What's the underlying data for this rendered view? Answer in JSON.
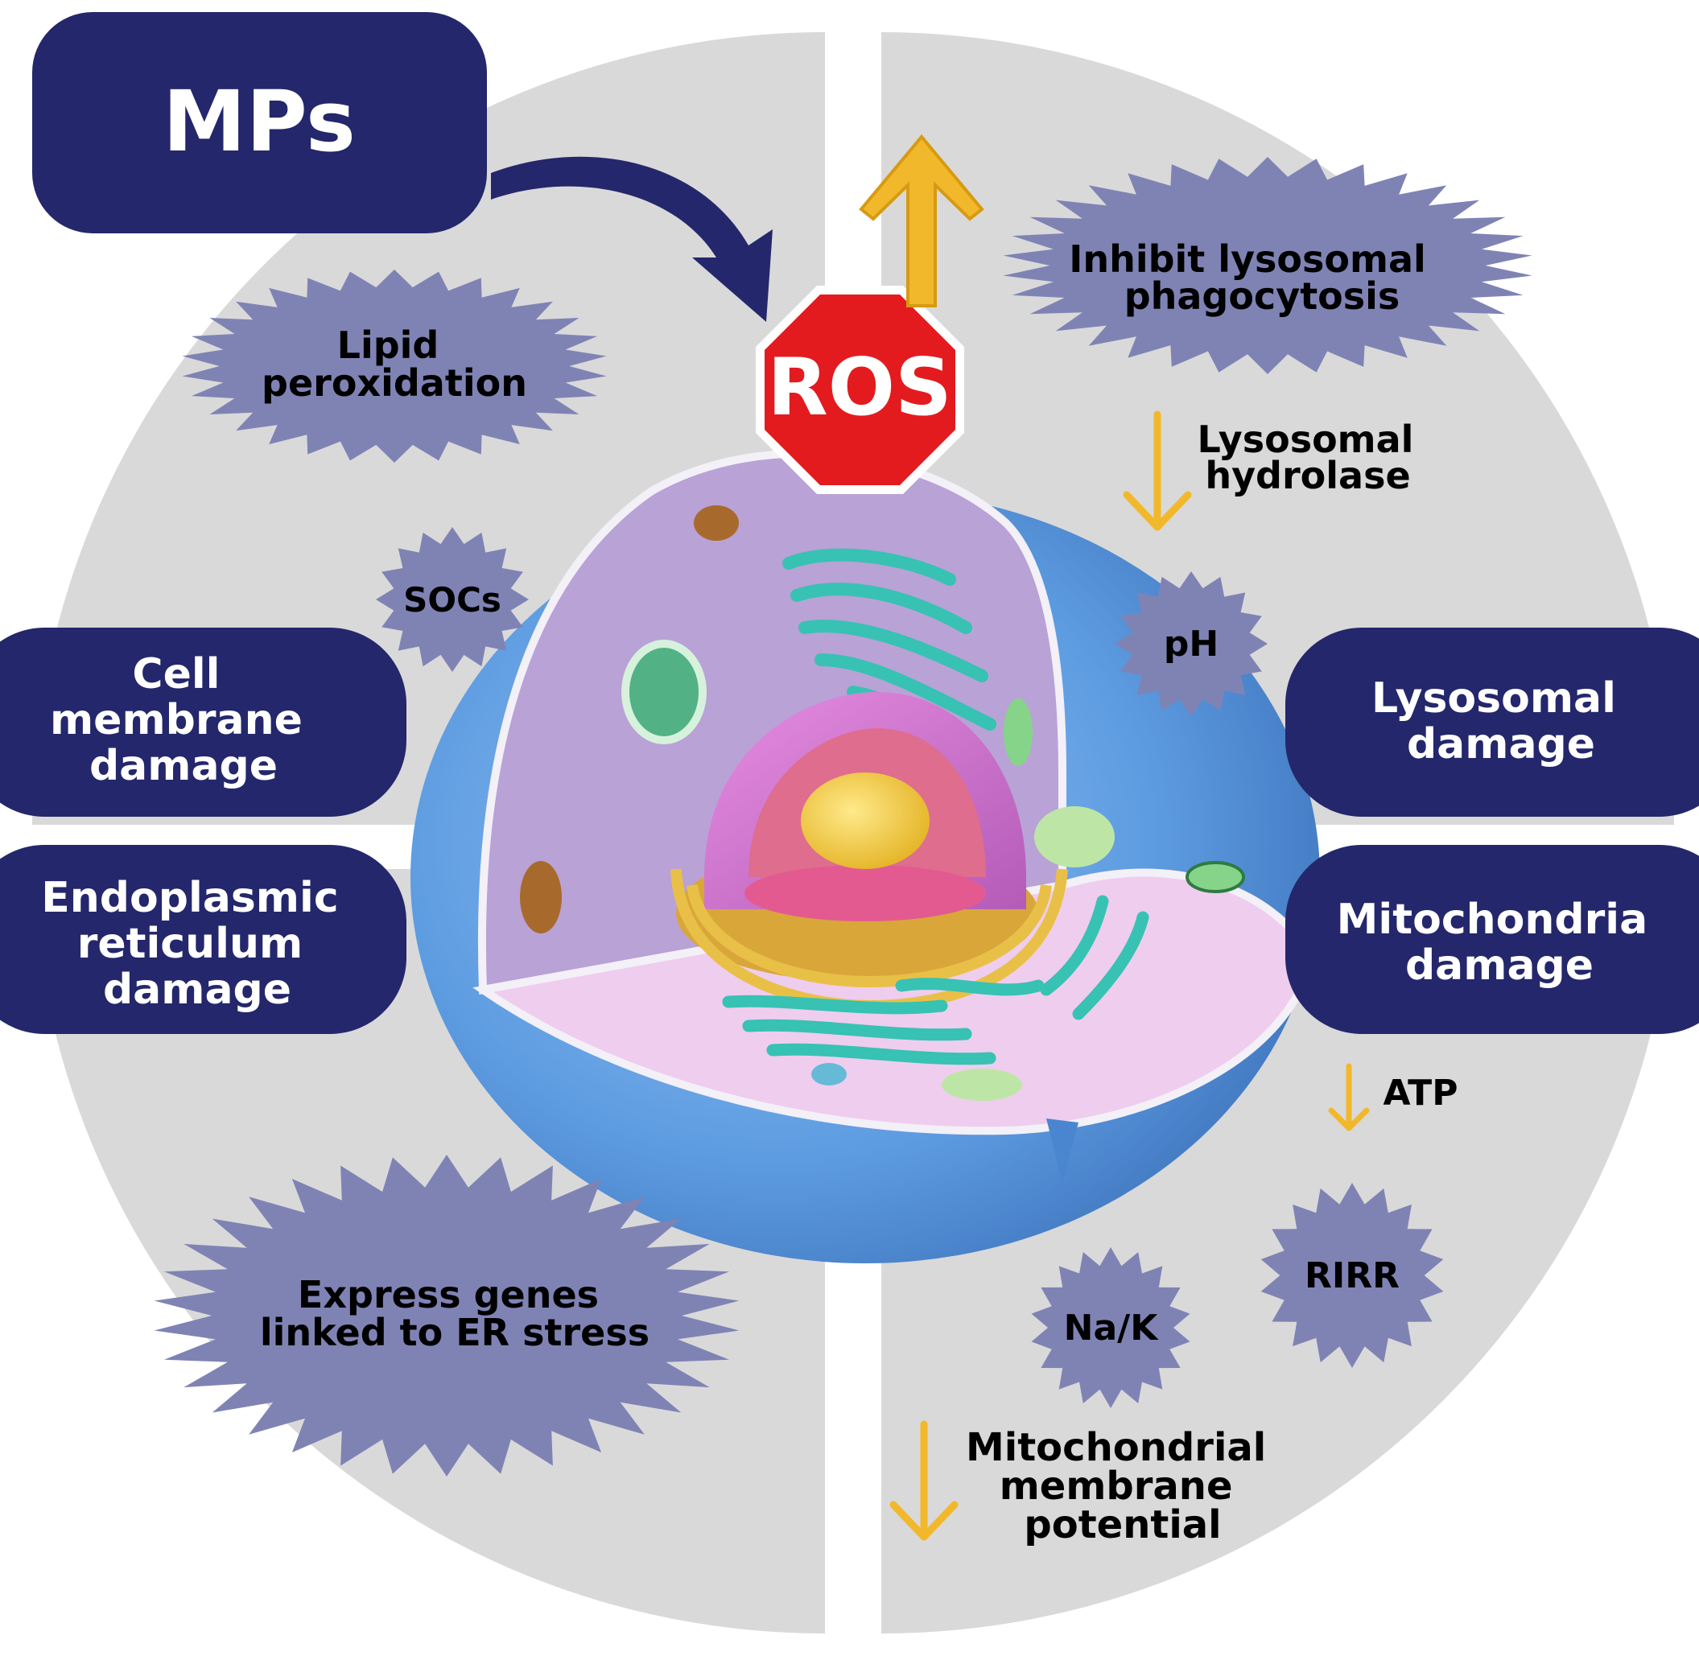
{
  "colors": {
    "quadrant": "#d9d9d9",
    "navy": "#24276b",
    "burst": "#7f83b4",
    "stop_sign": "#e31b1f",
    "arrow_gold": "#f2b82c",
    "cell_blue": "#5d9be0",
    "cytoplasm": "#b9a2d6"
  },
  "source": {
    "label": "MPs"
  },
  "center": {
    "label": "ROS"
  },
  "categories": {
    "cell_membrane": {
      "lines": [
        "Cell",
        "membrane",
        "damage"
      ]
    },
    "er": {
      "lines": [
        "Endoplasmic",
        "reticulum",
        "damage"
      ]
    },
    "lysosomal": {
      "lines": [
        "Lysosomal",
        "damage"
      ]
    },
    "mitochondria": {
      "lines": [
        "Mitochondria",
        "damage"
      ]
    }
  },
  "effects": {
    "lipid": {
      "lines": [
        "Lipid",
        "peroxidation"
      ]
    },
    "socs": {
      "label": "SOCs"
    },
    "er_stress": {
      "lines": [
        "Express genes",
        "linked to ER stress"
      ]
    },
    "lysosomal_phago": {
      "lines": [
        "Inhibit lysosomal",
        "phagocytosis"
      ]
    },
    "ph": {
      "label": "pH"
    },
    "rirr": {
      "label": "RIRR"
    },
    "nak": {
      "label": "Na/K"
    }
  },
  "indicators": {
    "hydrolase": {
      "direction": "down",
      "lines": [
        "Lysosomal",
        "hydrolase"
      ]
    },
    "atp": {
      "direction": "down",
      "label": "ATP"
    },
    "mmp": {
      "direction": "down",
      "lines": [
        "Mitochondrial",
        "membrane",
        "potential"
      ]
    },
    "ros_up": {
      "direction": "up"
    }
  }
}
